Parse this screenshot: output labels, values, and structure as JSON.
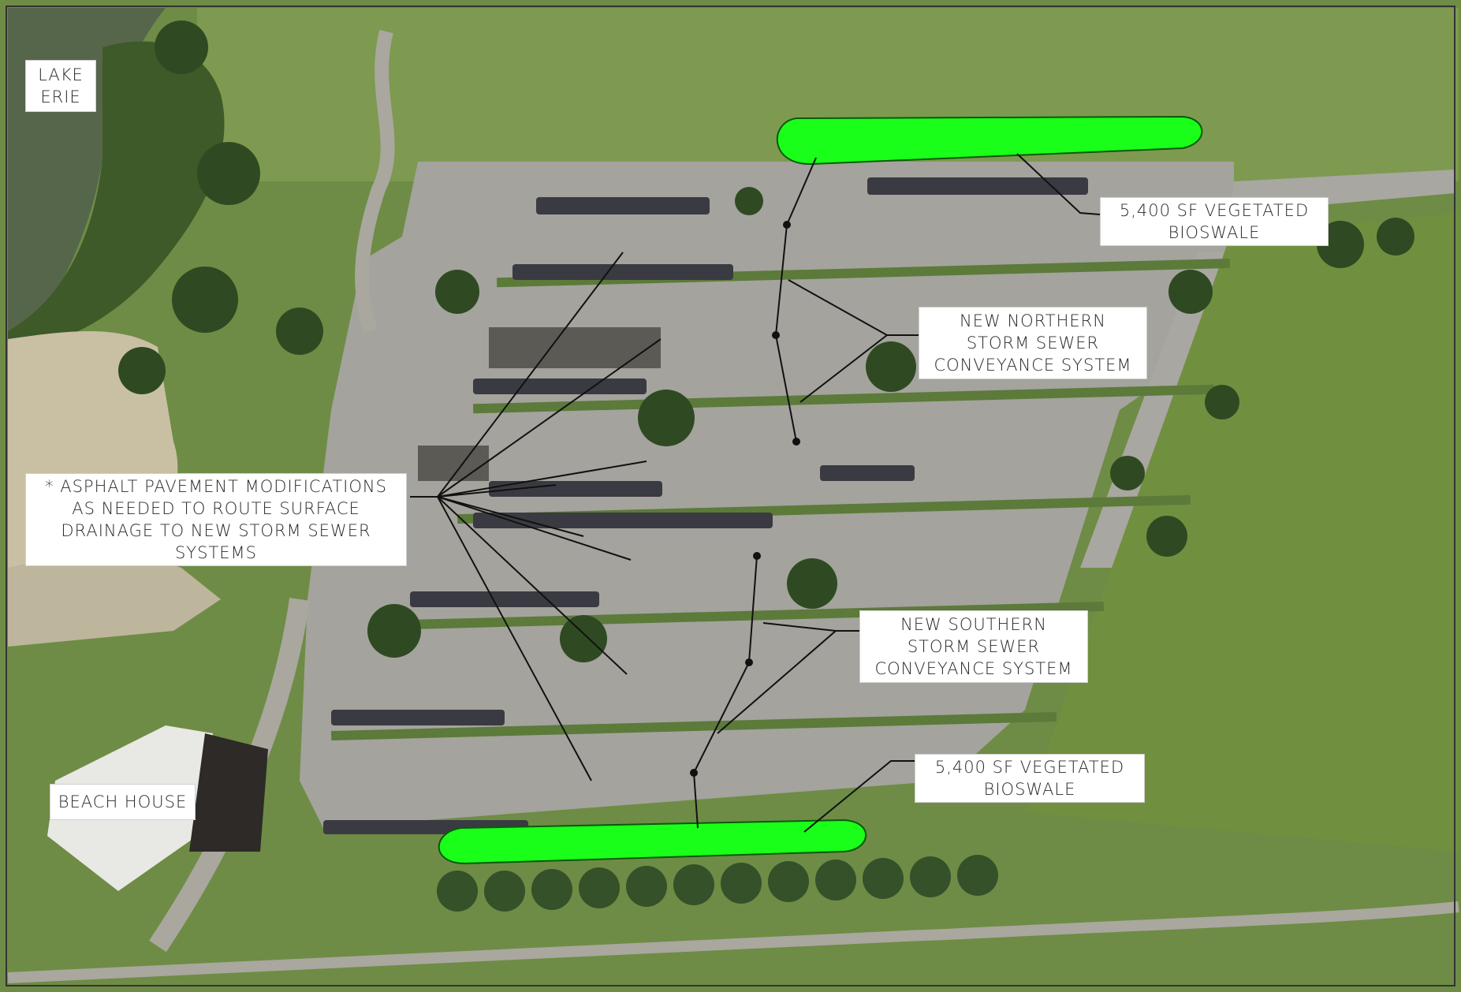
{
  "labels": {
    "lake": [
      "LAKE",
      "ERIE"
    ],
    "beach_house": [
      "BEACH HOUSE"
    ],
    "bioswale_north": [
      "5,400 SF VEGETATED",
      "BIOSWALE"
    ],
    "bioswale_south": [
      "5,400 SF VEGETATED",
      "BIOSWALE"
    ],
    "northern_sewer": [
      "NEW NORTHERN",
      "STORM SEWER",
      "CONVEYANCE SYSTEM"
    ],
    "southern_sewer": [
      "NEW SOUTHERN",
      "STORM SEWER",
      "CONVEYANCE SYSTEM"
    ],
    "asphalt": [
      "* ASPHALT PAVEMENT MODIFICATIONS",
      "AS NEEDED TO ROUTE SURFACE",
      "DRAINAGE TO NEW STORM SEWER",
      "SYSTEMS"
    ]
  },
  "colors": {
    "grass": "#6f8f45",
    "grass_dark": "#4f6e30",
    "lawn": "#7b9a4d",
    "water": "#55654a",
    "sand": "#c9c0a6",
    "asphalt": "#a3a29c",
    "bioswale": "#19ff19",
    "tree": "#2e4a22",
    "line": "#111111"
  }
}
